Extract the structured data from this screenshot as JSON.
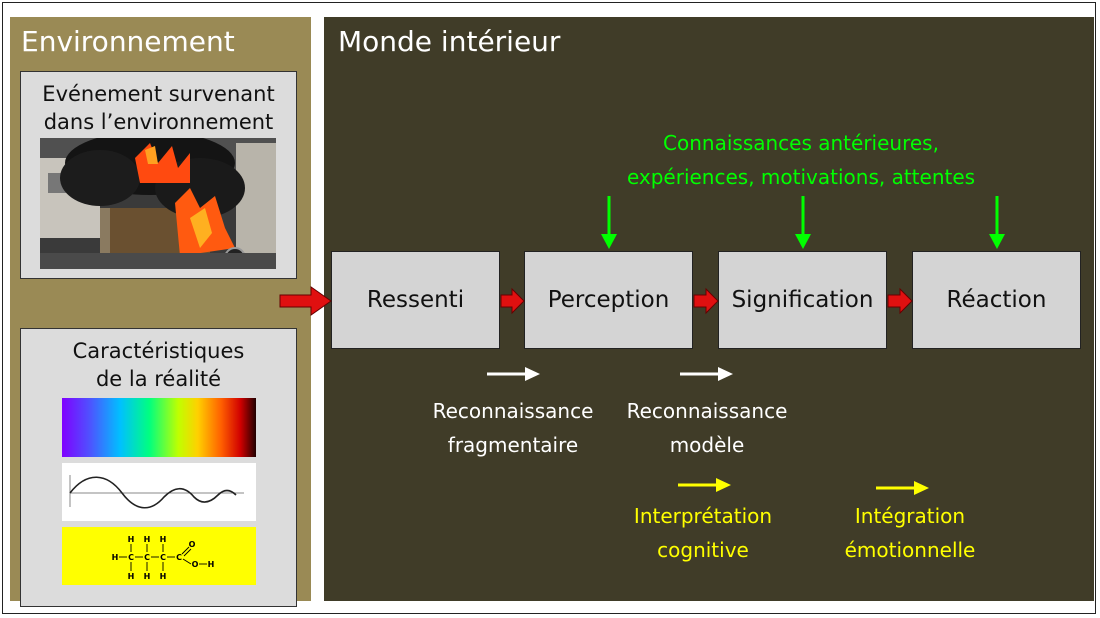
{
  "environment": {
    "title": "Environnement",
    "event_card": {
      "line1": "Evénement survenant",
      "line2": "dans l’environnement"
    },
    "reality_card": {
      "line1": "Caractéristiques",
      "line2": "de la réalité"
    },
    "chem_atoms": {
      "h": "H",
      "c": "C",
      "o": "O"
    }
  },
  "inner_world": {
    "title": "Monde intérieur",
    "knowledge": {
      "line1": "Connaissances antérieures,",
      "line2": "expériences, motivations, attentes"
    },
    "steps": [
      "Ressenti",
      "Perception",
      "Signification",
      "Réaction"
    ],
    "recognition_fragmentary": {
      "line1": "Reconnaissance",
      "line2": "fragmentaire"
    },
    "recognition_model": {
      "line1": "Reconnaissance",
      "line2": "modèle"
    },
    "interpretation": {
      "line1": "Interprétation",
      "line2": "cognitive"
    },
    "integration": {
      "line1": "Intégration",
      "line2": "émotionnelle"
    }
  },
  "colors": {
    "environment_bg": "#9a8a55",
    "inner_world_bg": "#403c28",
    "flow_arrow": "#e01010",
    "influence_arrow": "#00ff00",
    "recognition_arrow": "#ffffff",
    "interpretation_arrow": "#ffff00"
  }
}
